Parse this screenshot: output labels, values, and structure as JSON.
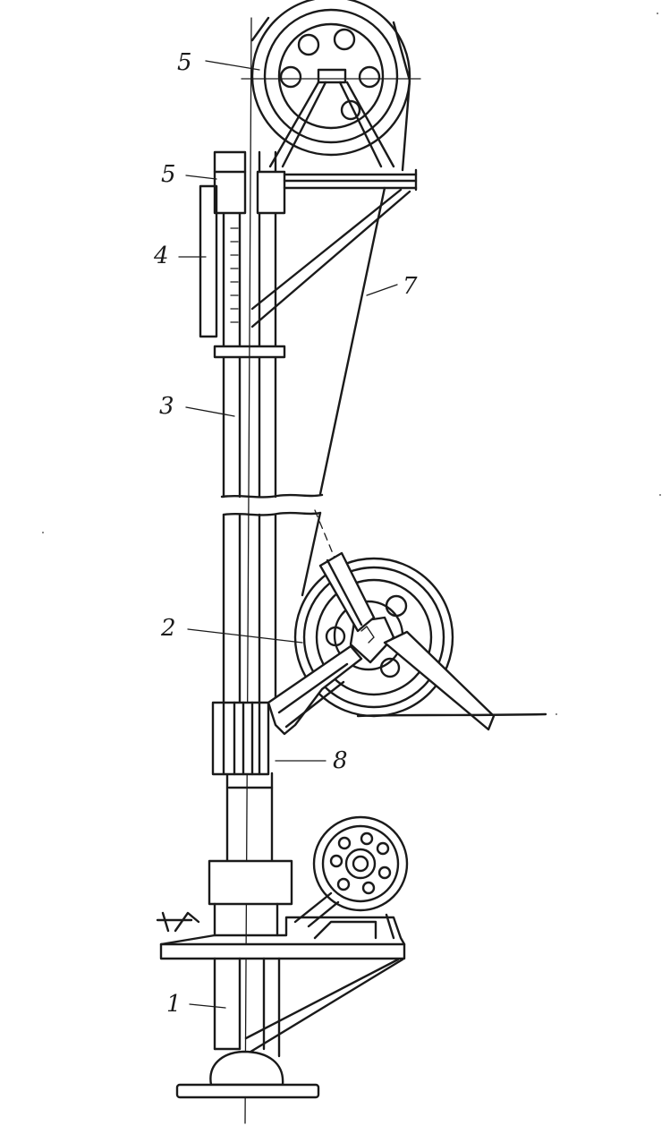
{
  "labels": {
    "top_wheel": "5",
    "carriage": "5",
    "scale_plate": "4",
    "column": "3",
    "brace": "7",
    "mid_wheel": "2",
    "collar": "8",
    "base_column": "1"
  }
}
